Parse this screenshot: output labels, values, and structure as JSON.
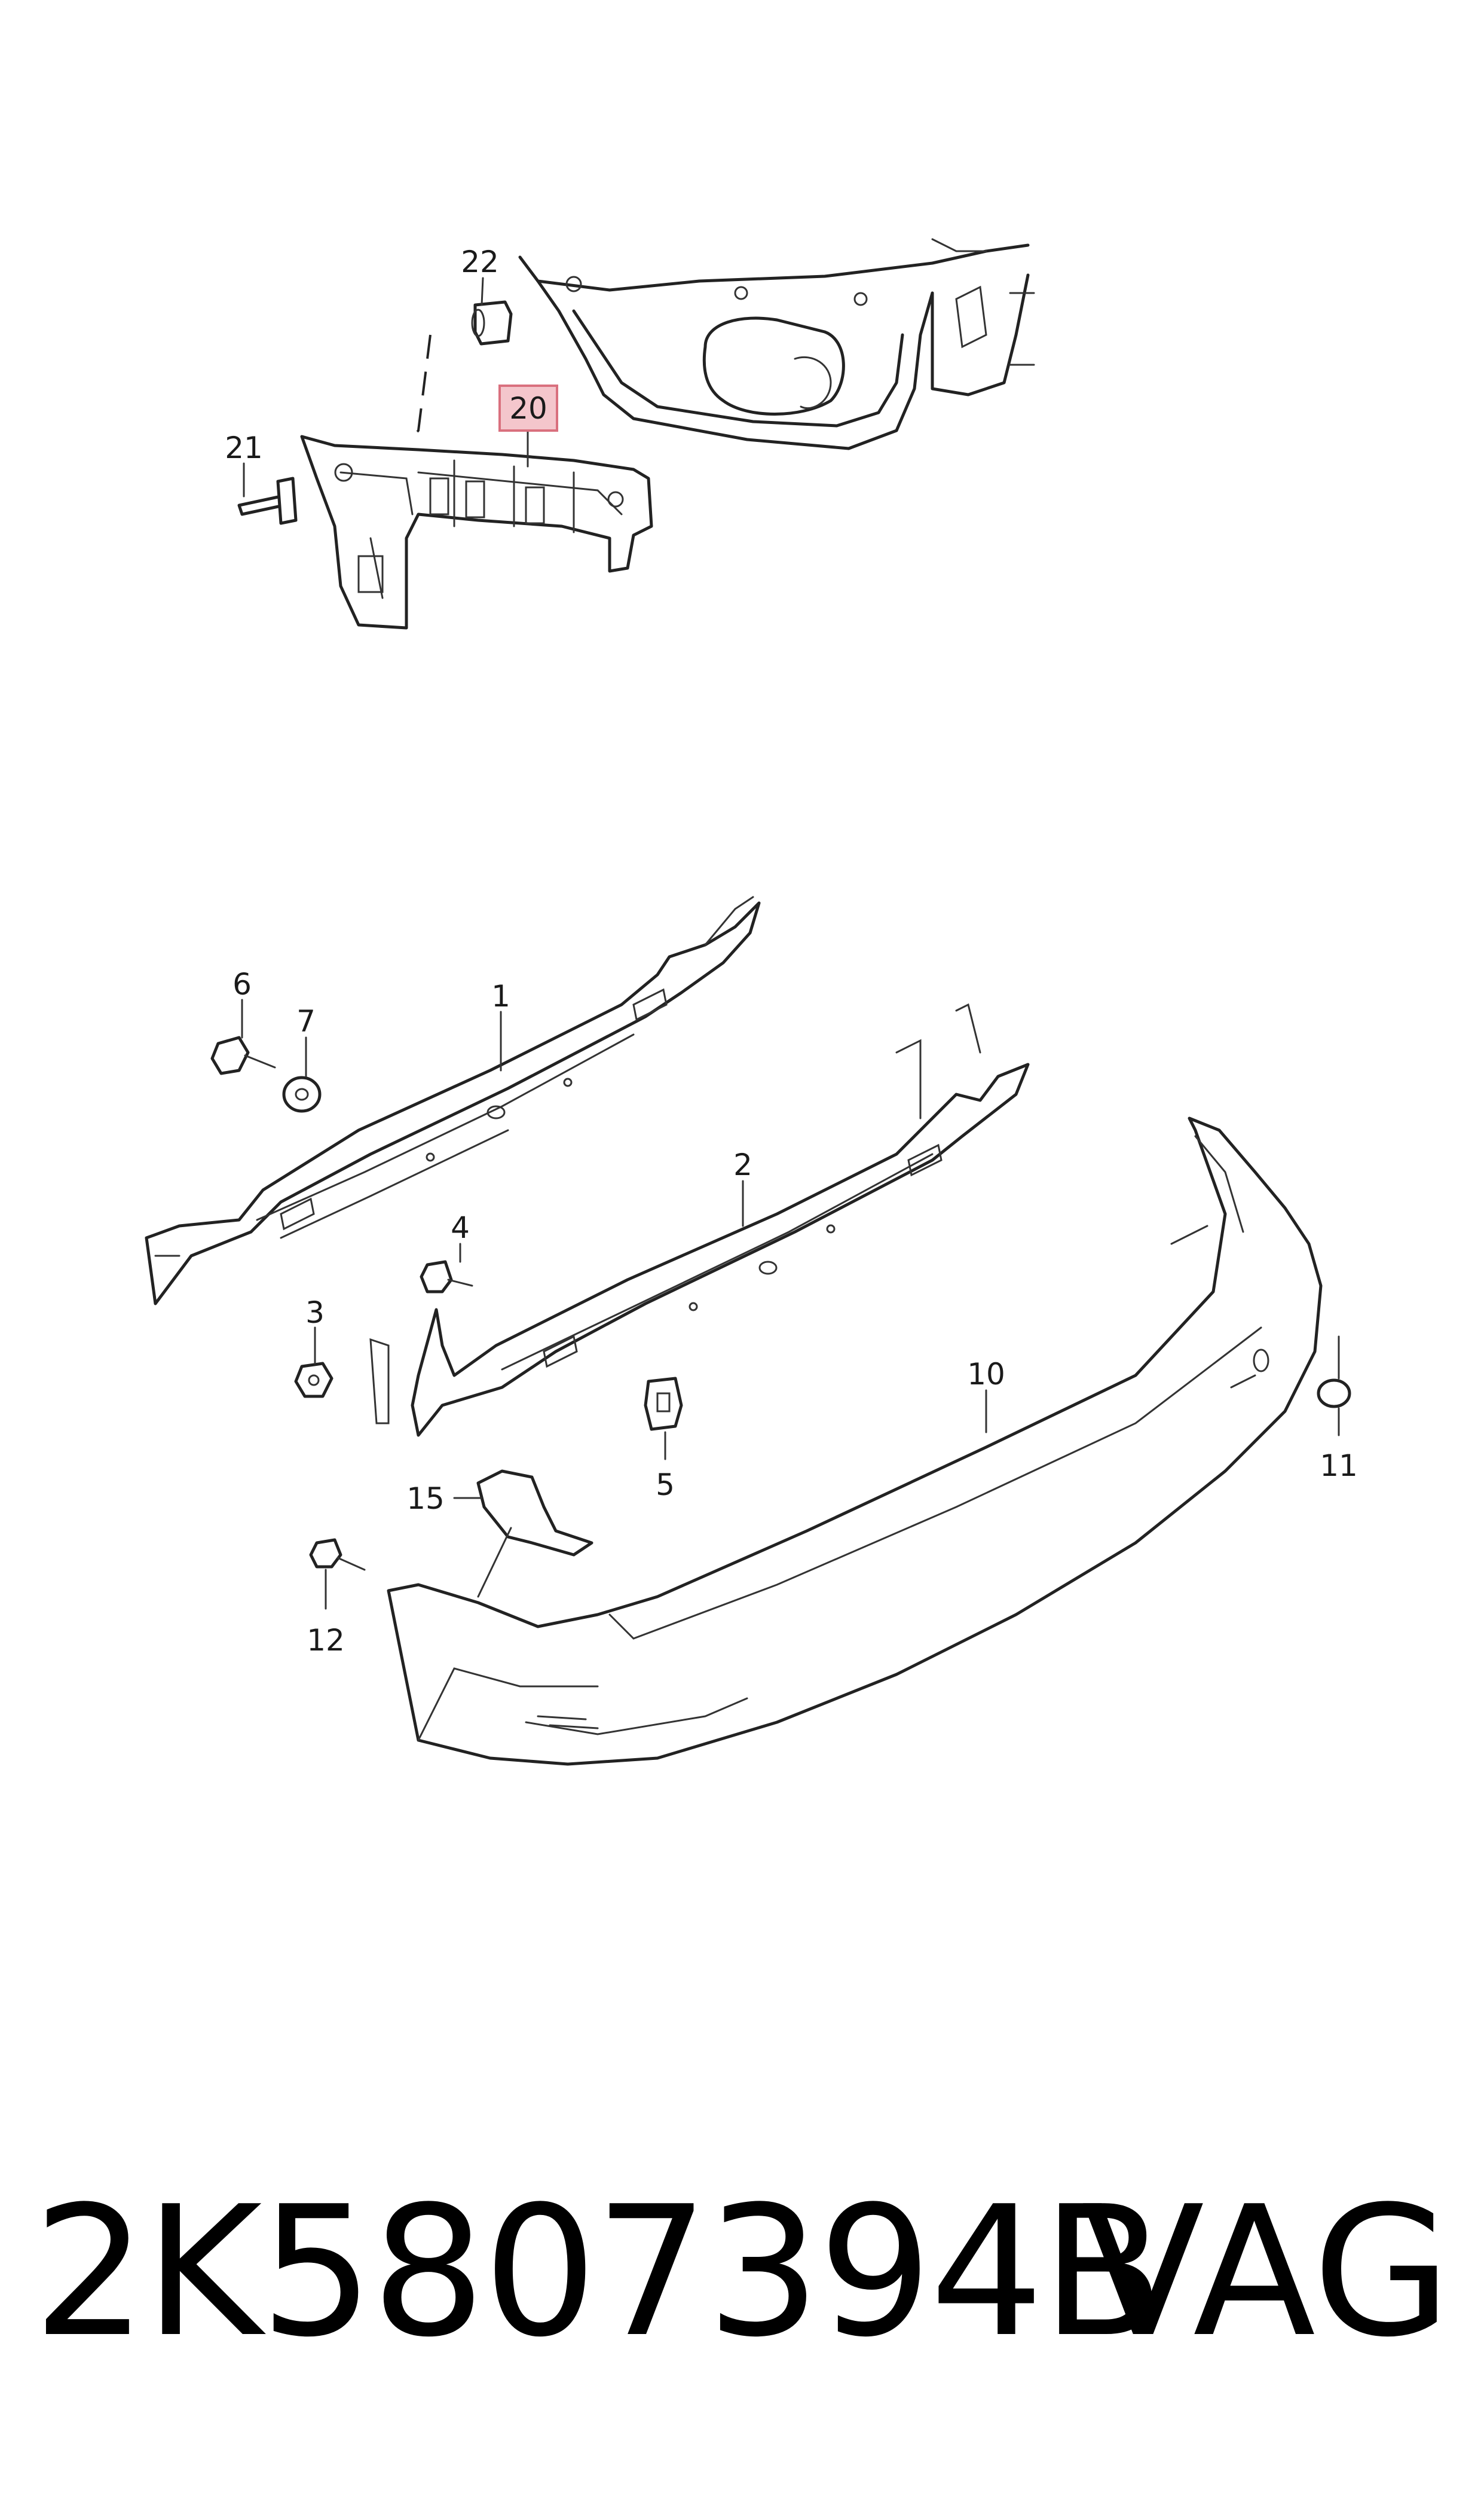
{
  "callouts": [
    {
      "id": "22",
      "text": "22"
    },
    {
      "id": "20",
      "text": "20",
      "highlighted": true
    },
    {
      "id": "21",
      "text": "21"
    },
    {
      "id": "6",
      "text": "6"
    },
    {
      "id": "7",
      "text": "7"
    },
    {
      "id": "1",
      "text": "1"
    },
    {
      "id": "2",
      "text": "2"
    },
    {
      "id": "4",
      "text": "4"
    },
    {
      "id": "3",
      "text": "3"
    },
    {
      "id": "10",
      "text": "10"
    },
    {
      "id": "11",
      "text": "11"
    },
    {
      "id": "5",
      "text": "5"
    },
    {
      "id": "15",
      "text": "15"
    },
    {
      "id": "12",
      "text": "12"
    }
  ],
  "footer": {
    "part_number": "2K5807394B",
    "brand": "VAG"
  },
  "colors": {
    "line": "#222222",
    "highlight_fill": "#f4c6cc",
    "highlight_stroke": "#d9707e",
    "background": "#ffffff"
  }
}
